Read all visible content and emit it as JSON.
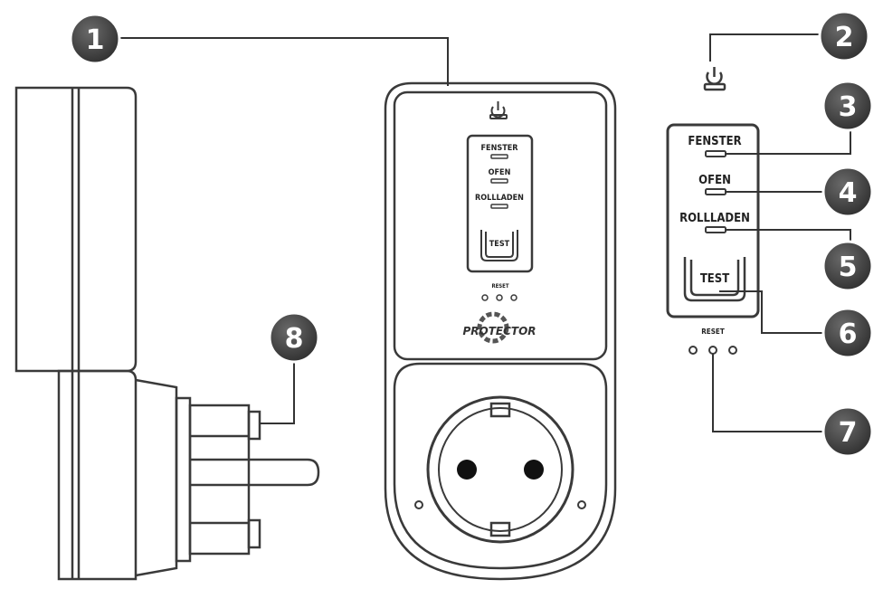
{
  "labels": {
    "fenster": "FENSTER",
    "ofen": "OFEN",
    "rollladen": "ROLLLADEN",
    "test": "TEST",
    "reset": "RESET",
    "brand": "PROTECTOR"
  },
  "callouts": [
    "1",
    "2",
    "3",
    "4",
    "5",
    "6",
    "7",
    "8"
  ],
  "colors": {
    "outline": "#3a3a3a",
    "callout_fill": "#4a4a4a"
  },
  "icons": {
    "power": "power-icon",
    "socket": "schuko-socket-icon"
  }
}
